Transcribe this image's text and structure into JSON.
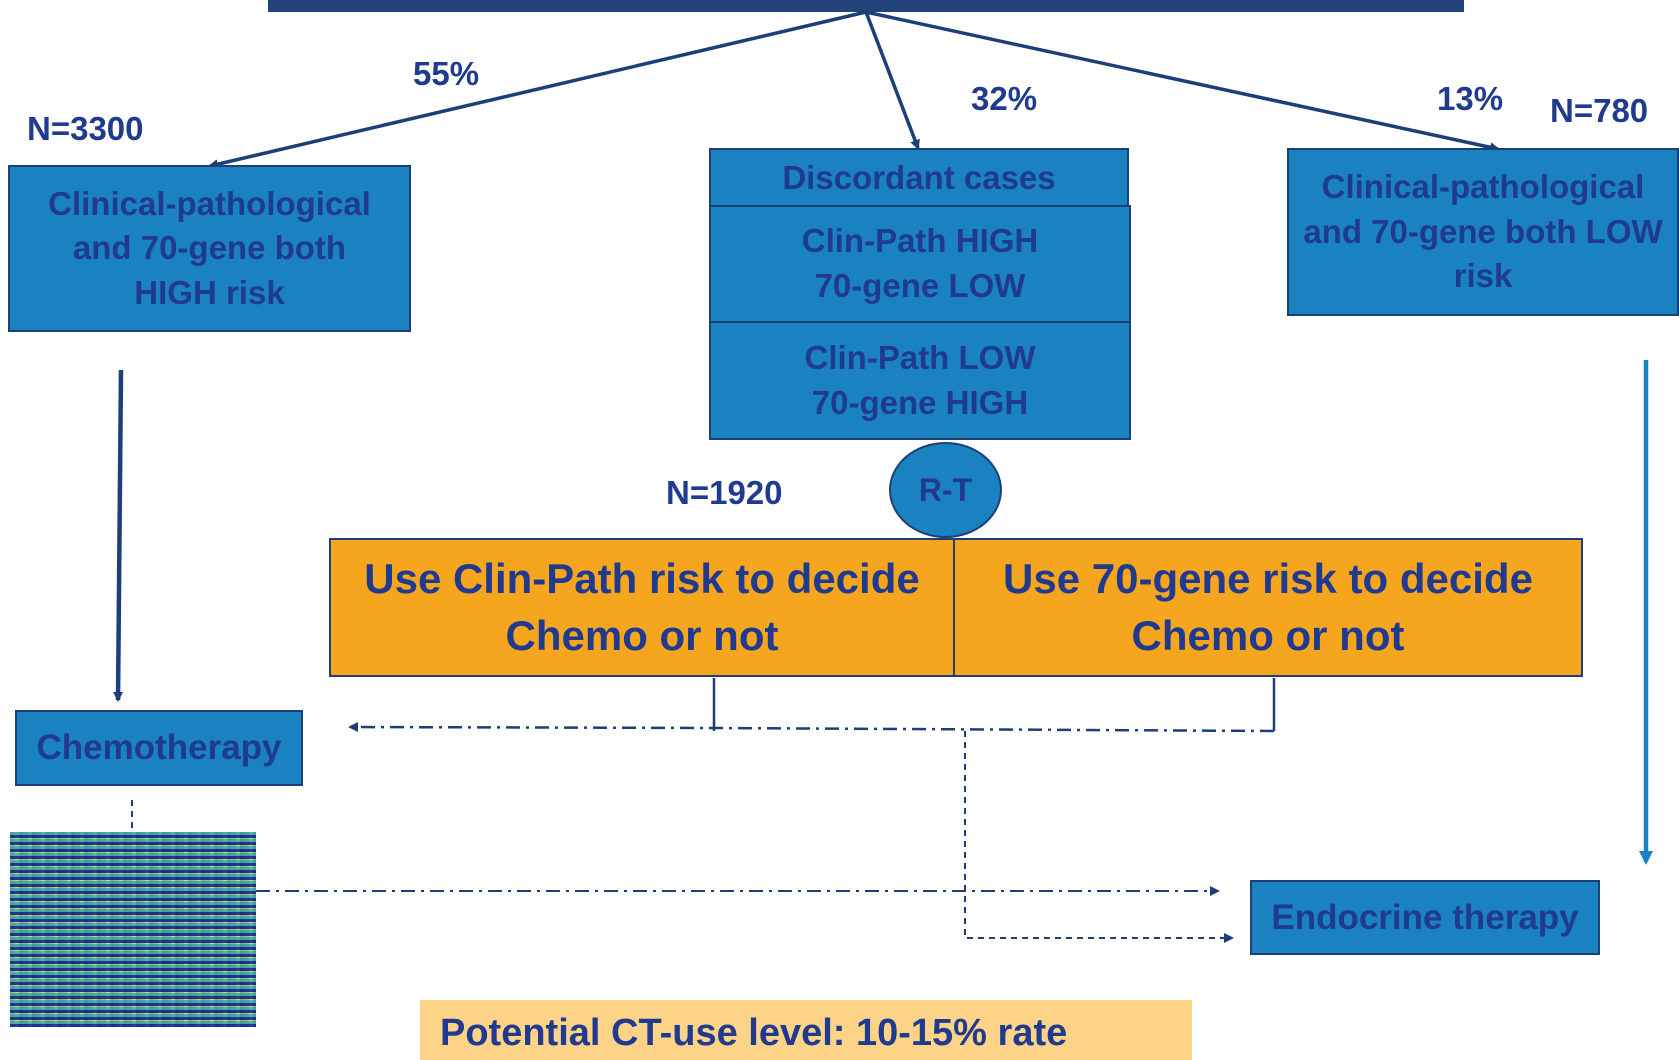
{
  "percentages": {
    "left": "55%",
    "middle": "32%",
    "right": "13%"
  },
  "counts": {
    "left": "N=3300",
    "middle": "N=1920",
    "right": "N=780"
  },
  "boxes": {
    "high_risk": [
      "Clinical-pathological",
      "and 70-gene both",
      "HIGH risk"
    ],
    "discordant_header": "Discordant cases",
    "discordant_a": [
      "Clin-Path HIGH",
      "70-gene LOW"
    ],
    "discordant_b": [
      "Clin-Path LOW",
      "70-gene HIGH"
    ],
    "low_risk": [
      "Clinical-pathological",
      "and 70-gene both LOW",
      "risk"
    ],
    "randomization": "R-T",
    "use_clinpath": [
      "Use Clin-Path risk to decide",
      "Chemo or not"
    ],
    "use_70gene": [
      "Use 70-gene risk to decide",
      "Chemo or not"
    ],
    "chemotherapy": "Chemotherapy",
    "endocrine": "Endocrine therapy",
    "potential": "Potential CT-use level: 10-15% rate"
  },
  "colors": {
    "blue_box": "#1b82c2",
    "orange_box": "#f6a51f",
    "text": "#1f3a8f",
    "outline": "#1c3f78",
    "light_arrow": "#1b82c2",
    "callout": "#fdd487"
  }
}
